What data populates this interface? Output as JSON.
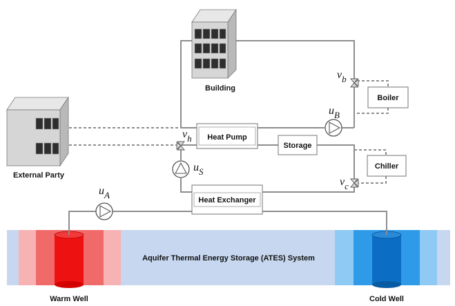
{
  "labels": {
    "building": "Building",
    "external_party": "External Party",
    "boiler": "Boiler",
    "heat_pump": "Heat Pump",
    "storage": "Storage",
    "chiller": "Chiller",
    "heat_exchanger": "Heat Exchanger",
    "ates": "Aquifer Thermal Energy Storage (ATES) System",
    "warm_well": "Warm Well",
    "cold_well": "Cold Well"
  },
  "symbols": {
    "vb_main": "v",
    "vb_sub": "b",
    "uB_main": "u",
    "uB_sub": "B",
    "vh_main": "v",
    "vh_sub": "h",
    "uS_main": "u",
    "uS_sub": "S",
    "vc_main": "v",
    "vc_sub": "c",
    "uA_main": "u",
    "uA_sub": "A"
  },
  "colors": {
    "warm_light": "#f7b3b3",
    "warm_mid": "#f06a6a",
    "warm_core": "#ee1111",
    "cold_light": "#8fcaf5",
    "cold_mid": "#2f9be8",
    "cold_core": "#0b6ec4",
    "aquifer": "#c6d7ef",
    "pipe": "#8d8d8d"
  }
}
